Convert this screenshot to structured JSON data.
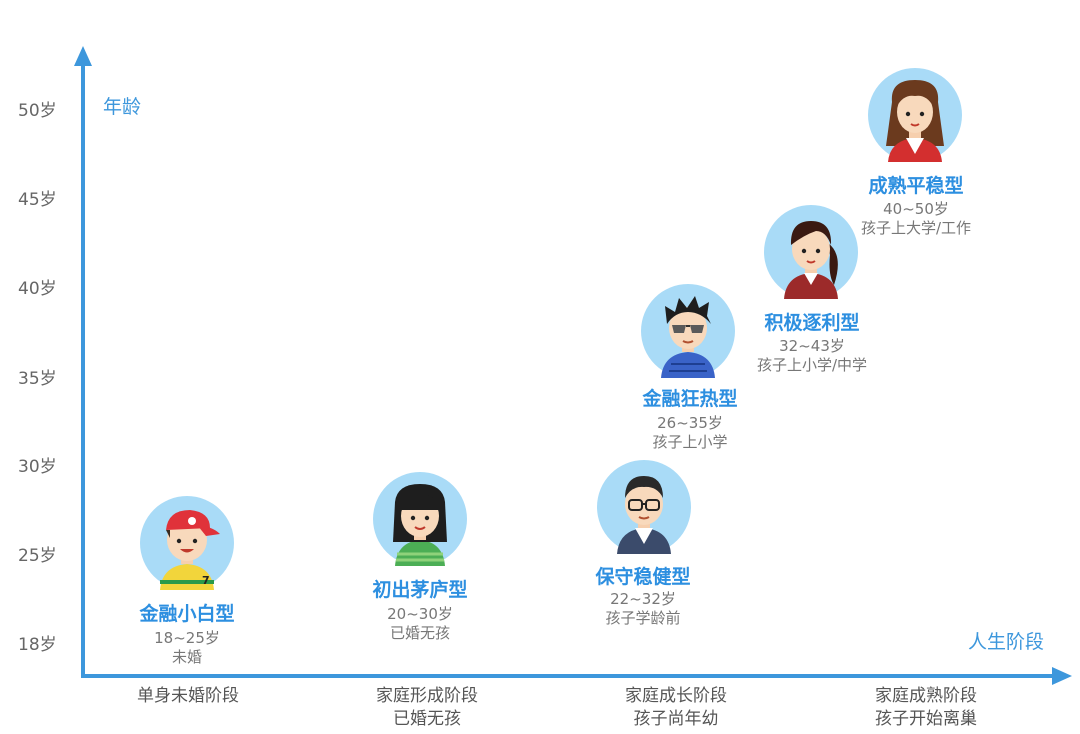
{
  "axes": {
    "y_title": "年龄",
    "x_title": "人生阶段",
    "y_ticks": [
      "50岁",
      "45岁",
      "40岁",
      "35岁",
      "30岁",
      "25岁",
      "18岁"
    ]
  },
  "stages": [
    {
      "line1": "单身未婚阶段",
      "line2": ""
    },
    {
      "line1": "家庭形成阶段",
      "line2": "已婚无孩"
    },
    {
      "line1": "家庭成长阶段",
      "line2": "孩子尚年幼"
    },
    {
      "line1": "家庭成熟阶段",
      "line2": "孩子开始离巢"
    }
  ],
  "personas": [
    {
      "name": "金融小白型",
      "age": "18~25岁",
      "note": "未婚"
    },
    {
      "name": "初出茅庐型",
      "age": "20~30岁",
      "note": "已婚无孩"
    },
    {
      "name": "保守稳健型",
      "age": "22~32岁",
      "note": "孩子学龄前"
    },
    {
      "name": "金融狂热型",
      "age": "26~35岁",
      "note": "孩子上小学"
    },
    {
      "name": "积极逐利型",
      "age": "32~43岁",
      "note": "孩子上小学/中学"
    },
    {
      "name": "成熟平稳型",
      "age": "40~50岁",
      "note": "孩子上大学/工作"
    }
  ],
  "colors": {
    "axis": "#3d97dc",
    "persona_name": "#2d8fe0",
    "avatar_bg": "#a9dbf7"
  }
}
